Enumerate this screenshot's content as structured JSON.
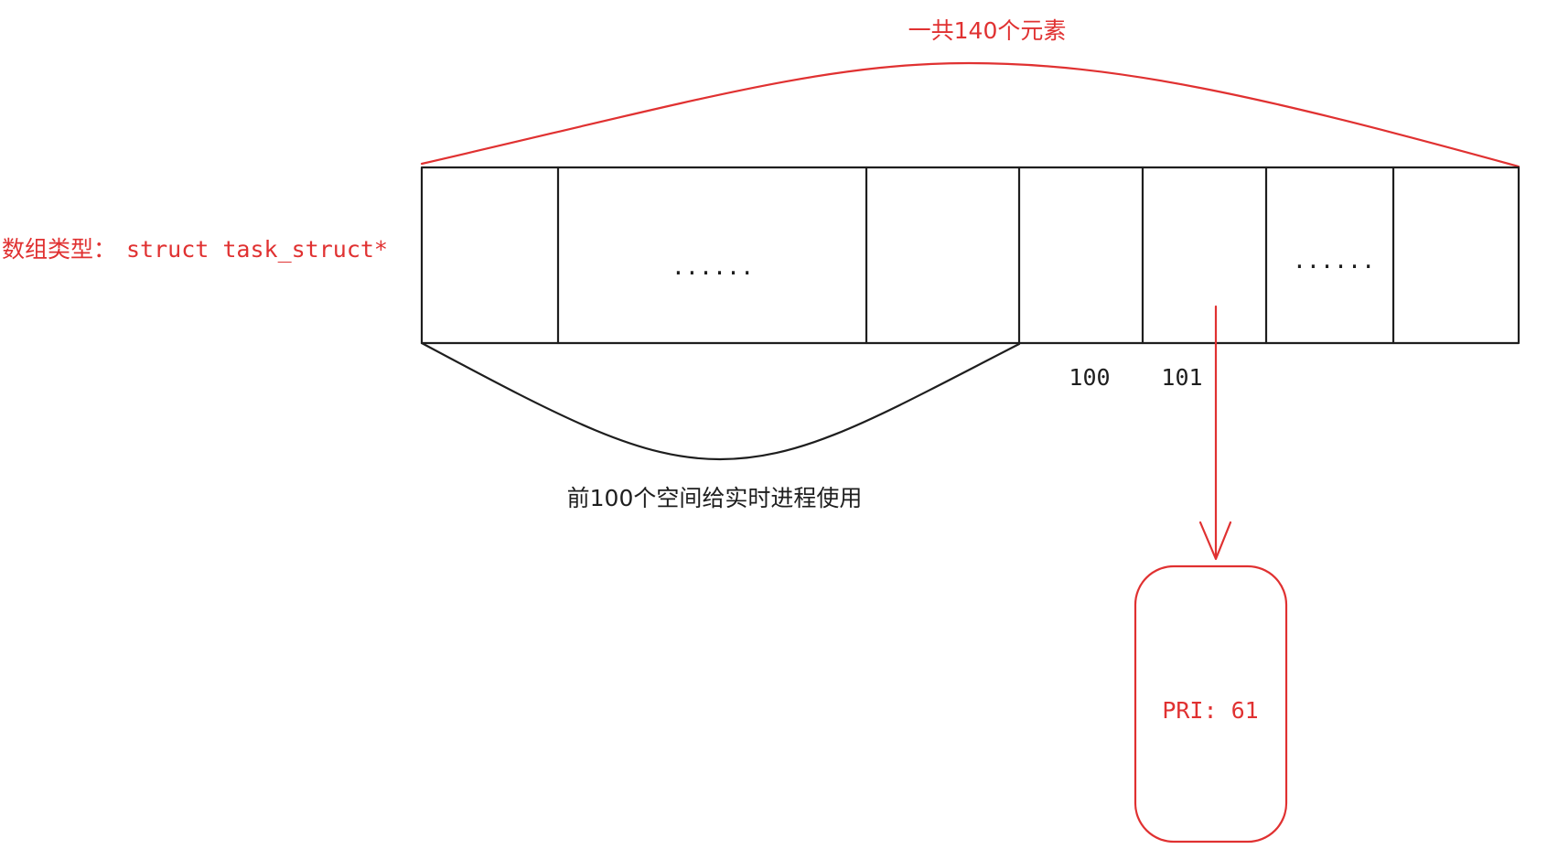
{
  "header": {
    "total_label": "一共140个元素"
  },
  "array": {
    "type_label_prefix": "数组类型：",
    "type_label_type": "struct task_struct*",
    "ellipsis_left": "......",
    "ellipsis_right": "......",
    "index_labels": [
      "100",
      "101"
    ]
  },
  "realtime_note": "前100个空间给实时进程使用",
  "node": {
    "label": "PRI: 61"
  },
  "colors": {
    "accent": "#e03131",
    "line": "#1e1e1e",
    "background": "#ffffff"
  }
}
